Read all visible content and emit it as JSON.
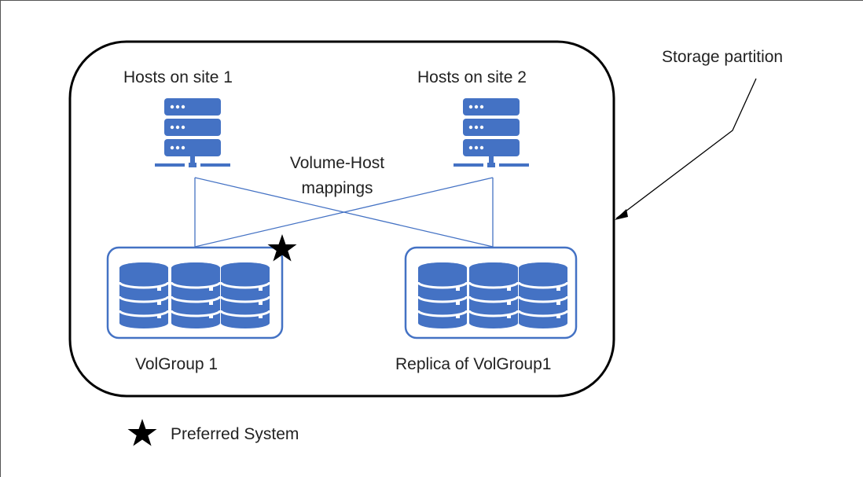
{
  "labels": {
    "storage_partition": "Storage partition",
    "hosts_site1": "Hosts on site 1",
    "hosts_site2": "Hosts on site 2",
    "mapping_line1": "Volume-Host",
    "mapping_line2": "mappings",
    "volgroup1": "VolGroup 1",
    "replica": "Replica of VolGroup1",
    "legend": "Preferred System"
  },
  "icons": {
    "host": "server-rack-icon",
    "storage": "database-cylinder-icon",
    "preferred": "star-icon"
  },
  "colors": {
    "accent": "#4472C4",
    "outline": "#000000",
    "text": "#222222"
  }
}
